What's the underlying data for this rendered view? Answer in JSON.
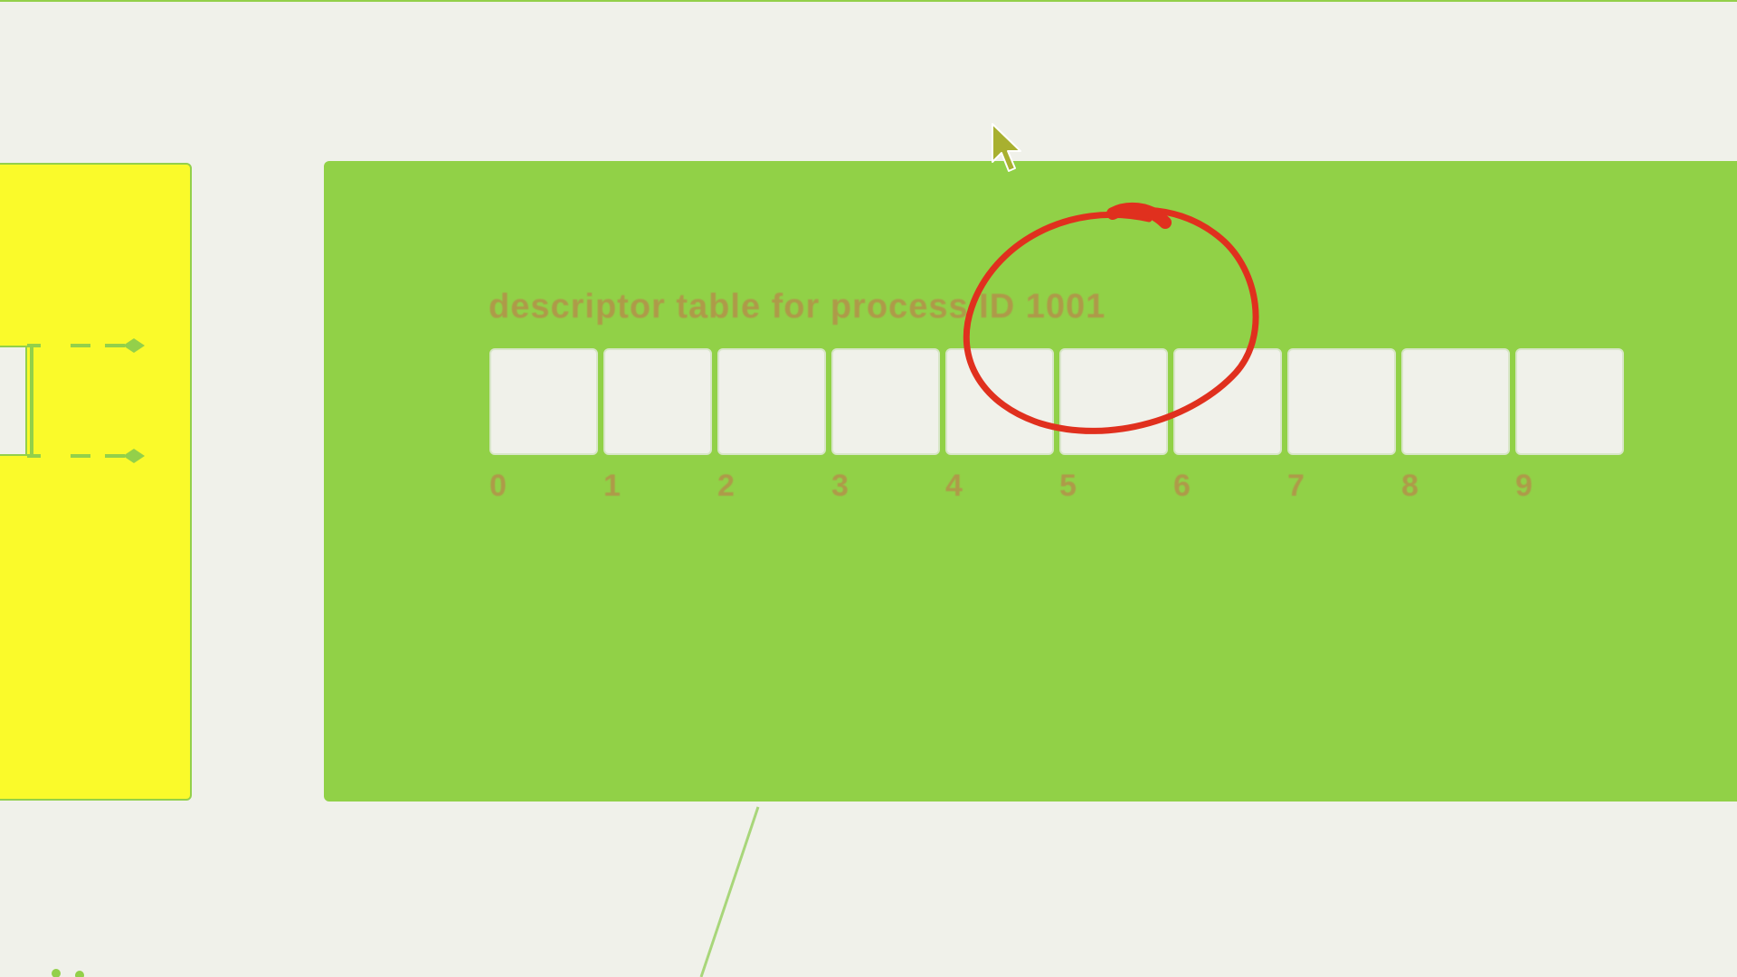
{
  "diagram": {
    "caption": "descriptor table for process ID 1001",
    "slot_indices": [
      "0",
      "1",
      "2",
      "3",
      "4",
      "5",
      "6",
      "7",
      "8",
      "9"
    ],
    "highlighted_slot": "5"
  },
  "colors": {
    "background": "#f0f1ea",
    "green_panel": "#91d147",
    "yellow_panel": "#fafa2a",
    "annotation_red": "#e0301e",
    "label_text": "#b8884a"
  },
  "icons": {
    "cursor": "mouse-pointer-icon"
  }
}
